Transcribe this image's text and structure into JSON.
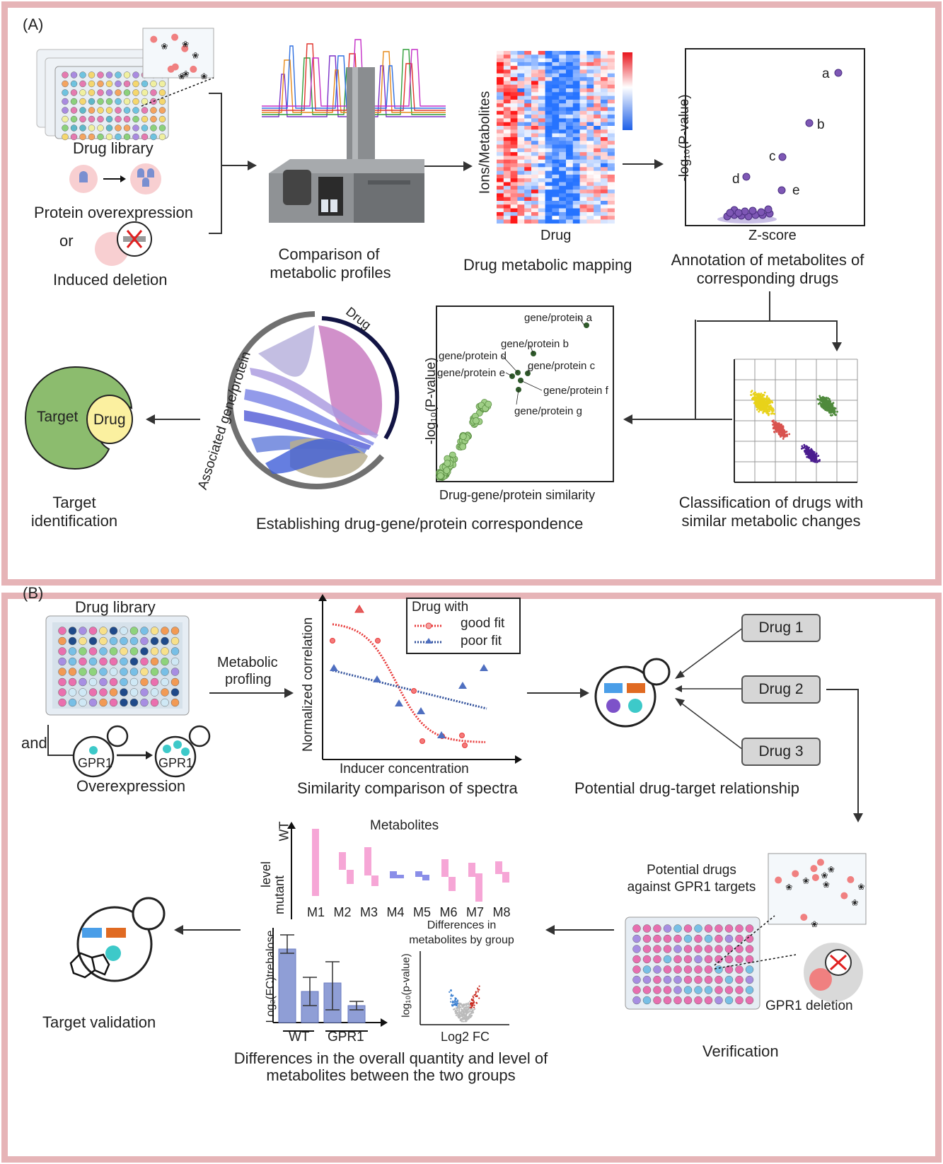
{
  "panelA": {
    "label": "(A)",
    "drug_library": "Drug library",
    "protein_overexpression": "Protein overexpression",
    "or": "or",
    "induced_deletion": "Induced deletion",
    "comparison_line1": "Comparison of",
    "comparison_line2": "metabolic profiles",
    "heatmap_ylabel": "Ions/Metabolites",
    "heatmap_xlabel": "Drug",
    "heatmap_caption": "Drug metabolic mapping",
    "volcano_ylabel": "-log₁₀(P-value)",
    "volcano_xlabel": "Z-score",
    "volcano_points": [
      "a",
      "b",
      "c",
      "d",
      "e"
    ],
    "annotation_line1": "Annotation of metabolites of",
    "annotation_line2": "corresponding drugs",
    "scatter_ylabel": "-log₁₀(P-value)",
    "scatter_xlabel": "Drug-gene/protein similarity",
    "gene_labels": [
      "gene/protein a",
      "gene/protein b",
      "gene/protein c",
      "gene/protein d",
      "gene/protein e",
      "gene/protein f",
      "gene/protein g"
    ],
    "chord_drug": "Drug",
    "chord_gene": "Associated gene/protein",
    "establishing": "Establishing drug-gene/protein correspondence",
    "classification_line1": "Classification of drugs with",
    "classification_line2": "similar metabolic changes",
    "target": "Target",
    "drug": "Drug",
    "target_identification_line1": "Target",
    "target_identification_line2": "identification"
  },
  "panelB": {
    "label": "(B)",
    "drug_library": "Drug library",
    "and": "and",
    "gpr1": "GPR1",
    "overexpression": "Overexpression",
    "metabolic_line1": "Metabolic",
    "metabolic_line2": "profling",
    "similarity_ylabel": "Normalized correlation",
    "similarity_xlabel": "Inducer concentration",
    "similarity_caption": "Similarity comparison of spectra",
    "legend_title": "Drug with",
    "legend_good": "good fit",
    "legend_poor": "poor fit",
    "drugs": [
      "Drug 1",
      "Drug 2",
      "Drug 3"
    ],
    "potential_relationship": "Potential  drug-target relationship",
    "potential_drugs_line1": "Potential drugs",
    "potential_drugs_line2": "against GPR1 targets",
    "gpr1_deletion": "GPR1 deletion",
    "verification": "Verification",
    "metabolites_title": "Metabolites",
    "wt": "WT",
    "level": "level",
    "mutant": "mutant",
    "metabolite_names": [
      "M1",
      "M2",
      "M3",
      "M4",
      "M5",
      "M6",
      "M7",
      "M8"
    ],
    "diff_line1": "Differences in",
    "diff_line2": "metabolites by group",
    "bar_ylabel": "Log₂(FC)trehalose",
    "bar_groups": [
      "WT",
      "GPR1"
    ],
    "volcano_ylabel": "log₁₀(p-value)",
    "volcano_xlabel": "Log2 FC",
    "differences_line1": "Differences in the overall quantity and level of",
    "differences_line2": "metabolites between the two groups",
    "target_validation": "Target validation"
  },
  "colors": {
    "panel_border": "#e6b4b7",
    "target_green": "#8cbc6e",
    "drug_yellow": "#fbf0a0",
    "good_fit": "#e83a3a",
    "poor_fit": "#2f4f9a",
    "cluster_yellow": "#e8d21a",
    "cluster_red": "#d9534f",
    "cluster_purple": "#4b1d8f",
    "cluster_green": "#4f8a3c"
  }
}
